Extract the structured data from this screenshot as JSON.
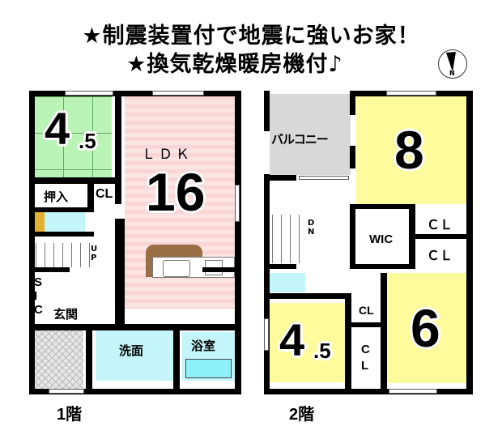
{
  "headline": {
    "line1": "★制震装置付で地震に強いお家！",
    "line2": "★換気乾燥暖房機付♪"
  },
  "compass": {
    "label": "N"
  },
  "floor1": {
    "label": "1階",
    "rooms": {
      "washitsu": {
        "label": "4",
        "label_small": ".5"
      },
      "oshiire": {
        "label": "押入"
      },
      "cl": {
        "label": "CL"
      },
      "ldk": {
        "label": "ＬＤＫ",
        "size": "16"
      },
      "stairs": {
        "label": "UP"
      },
      "sic": {
        "label": "S I C"
      },
      "genkan": {
        "label": "玄関"
      },
      "senmen": {
        "label": "洗面"
      },
      "yokushitsu": {
        "label": "浴室"
      }
    }
  },
  "floor2": {
    "label": "2階",
    "rooms": {
      "balcony": {
        "label": "バルコニー"
      },
      "room8": {
        "size": "8"
      },
      "stairs": {
        "label": "DN"
      },
      "wic": {
        "label": "WIC"
      },
      "cl1": {
        "label": "ＣＬ"
      },
      "cl2": {
        "label": "ＣＬ"
      },
      "room45": {
        "label": "4",
        "label_small": ".5"
      },
      "cl3": {
        "label": "CL"
      },
      "cl4": {
        "label": "C L"
      },
      "room6": {
        "size": "6"
      }
    }
  },
  "colors": {
    "tatami": "#b9f3b5",
    "ldk": "#f9d6d6",
    "western": "#fdfb9c",
    "wet": "#c4f5fb",
    "balcony": "#d8d8d8",
    "kitchen_counter": "#9a6e45"
  }
}
